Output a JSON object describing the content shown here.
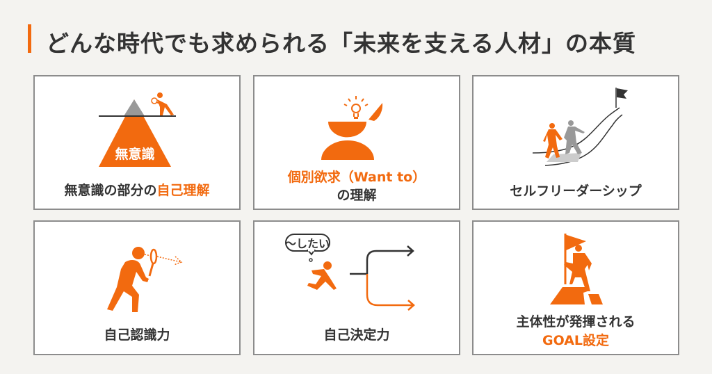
{
  "header": {
    "title": "どんな時代でも求められる「未来を支える人材」の本質",
    "accent_color": "#f26a0f"
  },
  "cards": [
    {
      "icon": "iceberg-magnifier-icon",
      "iceberg_text": "無意識",
      "label_dark": "無意識の部分の",
      "label_orange": "自己理解"
    },
    {
      "icon": "open-head-lightbulb-icon",
      "label_orange": "個別欲求（Want to）",
      "label_dark": "の理解"
    },
    {
      "icon": "leading-up-path-flag-icon",
      "label_dark": "セルフリーダーシップ"
    },
    {
      "icon": "person-magnifier-icon",
      "label_dark": "自己認識力"
    },
    {
      "icon": "runner-branching-arrows-icon",
      "bubble_text": "〜したい",
      "label_dark": "自己決定力"
    },
    {
      "icon": "summit-flag-person-icon",
      "label_dark": "主体性が発揮される",
      "label_orange": "GOAL設定"
    }
  ],
  "colors": {
    "orange": "#f26a0f",
    "dark": "#333333",
    "gray": "#999999",
    "card_border": "#8c8c8c",
    "background": "#f4f3f0"
  }
}
